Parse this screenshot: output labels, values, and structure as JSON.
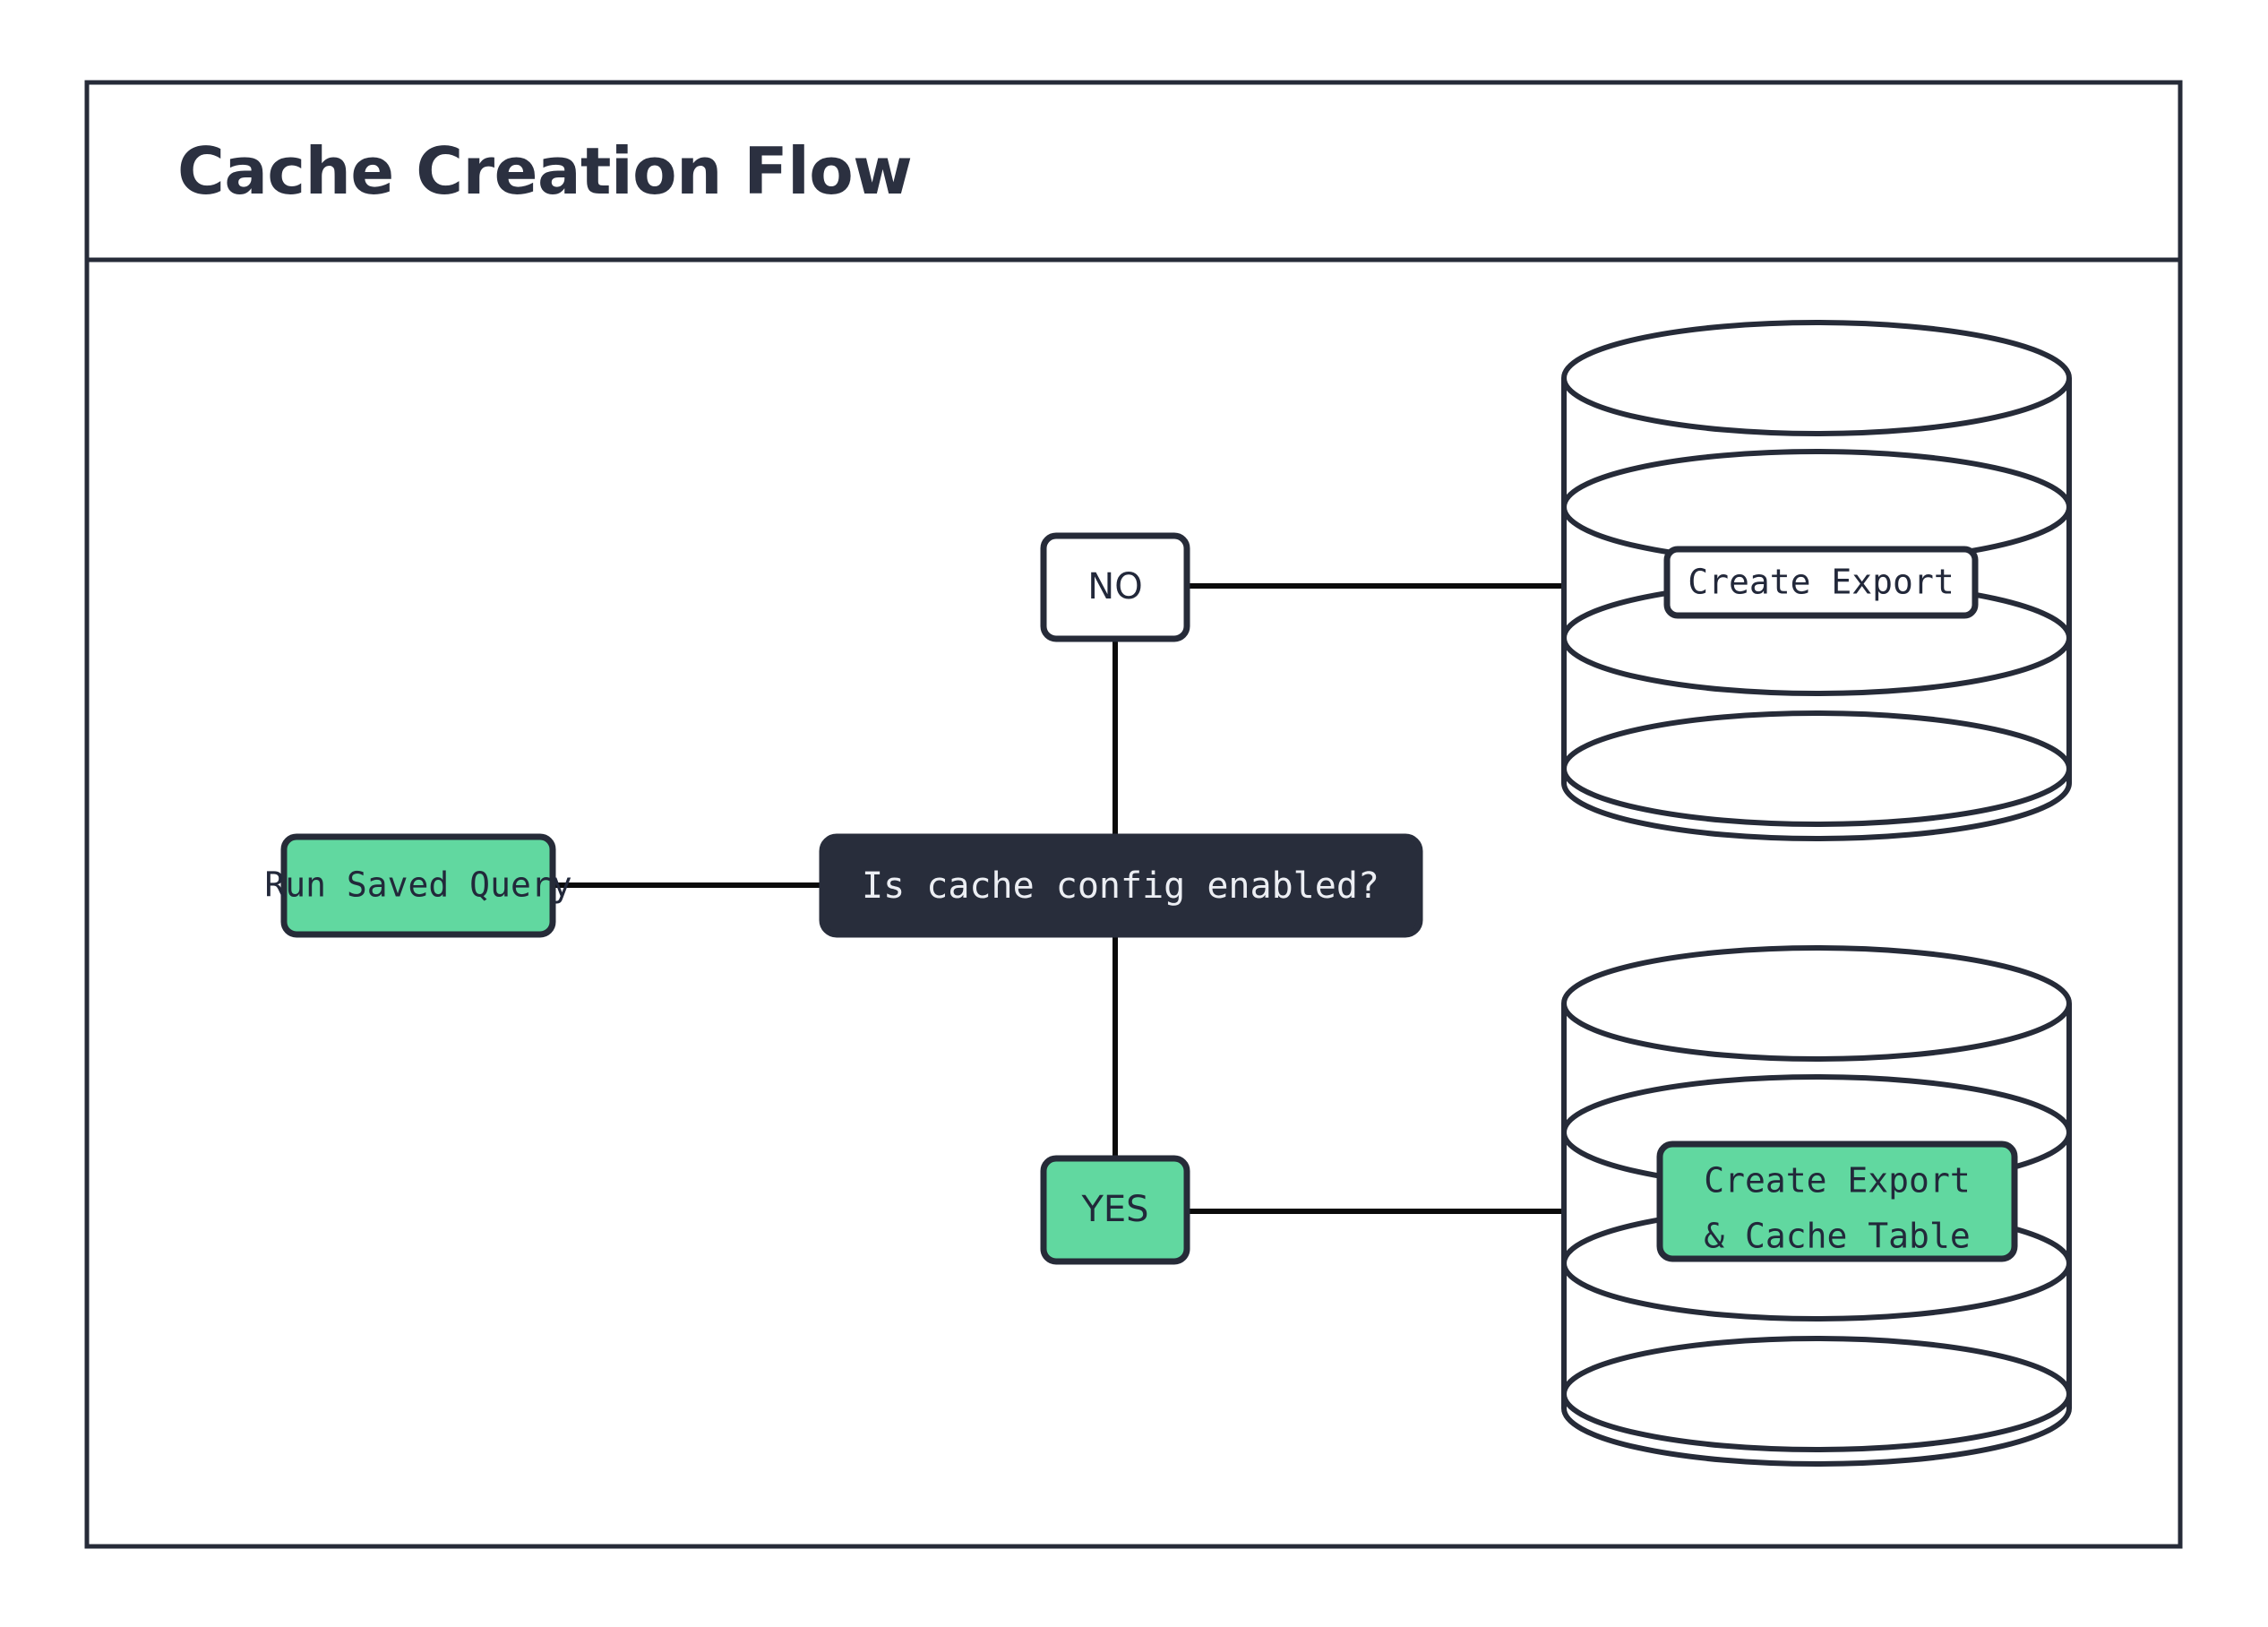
{
  "diagram": {
    "title": "Cache Creation Flow",
    "colors": {
      "accent_green": "#61d8a0",
      "dark": "#282d3b",
      "stroke": "#262b38",
      "background": "#ffffff",
      "text_light": "#eceef3"
    },
    "nodes": {
      "start": {
        "id": "run-saved-query",
        "label": "Run Saved Query",
        "shape": "rounded-rect",
        "fill": "green",
        "font": "mono"
      },
      "decision": {
        "id": "is-cache-config-enabled",
        "label": "Is cache config enabled?",
        "shape": "rounded-rect",
        "fill": "dark",
        "font": "mono"
      },
      "branch_no": {
        "id": "branch-no",
        "label": "NO",
        "shape": "rounded-rect",
        "fill": "white",
        "font": "sans"
      },
      "branch_yes": {
        "id": "branch-yes",
        "label": "YES",
        "shape": "rounded-rect",
        "fill": "green",
        "font": "sans"
      },
      "db_top": {
        "id": "create-export-db",
        "label": "Create Export",
        "label_lines": [
          "Create Export"
        ],
        "shape": "cylinder",
        "fill": "white",
        "font": "mono"
      },
      "db_bottom": {
        "id": "create-export-and-cache-table-db",
        "label": "Create Export & Cache Table",
        "label_lines": [
          "Create Export",
          "& Cache Table"
        ],
        "shape": "cylinder",
        "fill": "green",
        "font": "mono"
      }
    },
    "edges": [
      {
        "from": "run-saved-query",
        "to": "is-cache-config-enabled",
        "label": ""
      },
      {
        "from": "is-cache-config-enabled",
        "to": "branch-no",
        "label": ""
      },
      {
        "from": "is-cache-config-enabled",
        "to": "branch-yes",
        "label": ""
      },
      {
        "from": "branch-no",
        "to": "create-export-db",
        "label": ""
      },
      {
        "from": "branch-yes",
        "to": "create-export-and-cache-table-db",
        "label": ""
      }
    ]
  }
}
